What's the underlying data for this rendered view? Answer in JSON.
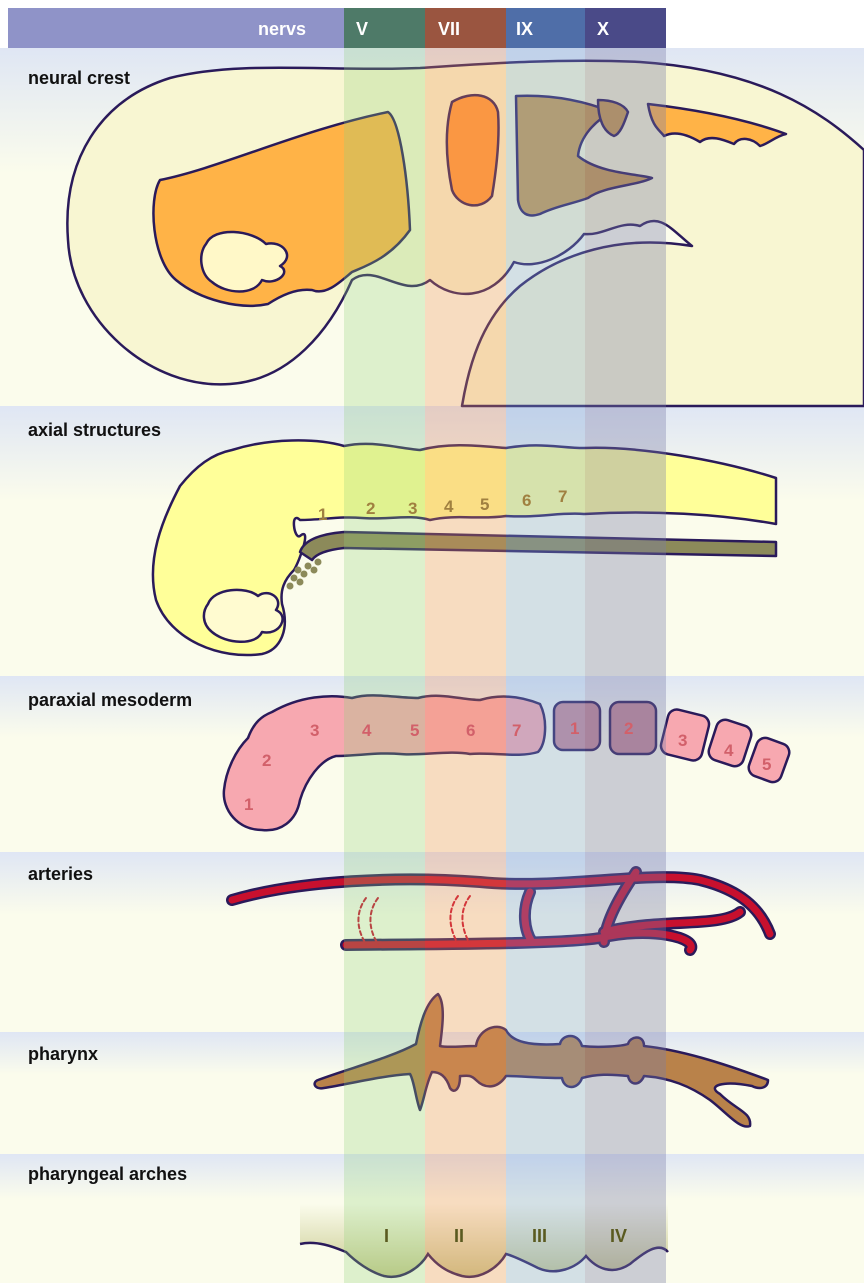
{
  "header": {
    "title": "nervs",
    "nerves": [
      "V",
      "VII",
      "IX",
      "X"
    ]
  },
  "sections": {
    "neural_crest": "neural crest",
    "axial_structures": "axial structures",
    "paraxial_mesoderm": "paraxial mesoderm",
    "arteries": "arteries",
    "pharynx": "pharynx",
    "pharyngeal_arches": "pharyngeal arches"
  },
  "axial_numbers": [
    "1",
    "2",
    "3",
    "4",
    "5",
    "6",
    "7"
  ],
  "paraxial_numbers": [
    "1",
    "2",
    "3",
    "4",
    "5",
    "6",
    "7"
  ],
  "somite_numbers": [
    "1",
    "2",
    "3",
    "4",
    "5"
  ],
  "arch_numbers": [
    "I",
    "II",
    "III",
    "IV"
  ],
  "colors": {
    "band_V": "#8fd17a",
    "band_VII": "#f0935a",
    "band_IX": "#7ea6d8",
    "band_X": "#7a7ea8",
    "header_bg": "#8f93c8",
    "outline": "#2a1a5a",
    "crest_orange": "#ffb347",
    "axial_yellow": "#ffff99",
    "mesoderm_pink": "#f7a8b0",
    "artery_red": "#c8102e",
    "pharynx_brown": "#b9824a",
    "arch_olive": "#c9c98a"
  }
}
